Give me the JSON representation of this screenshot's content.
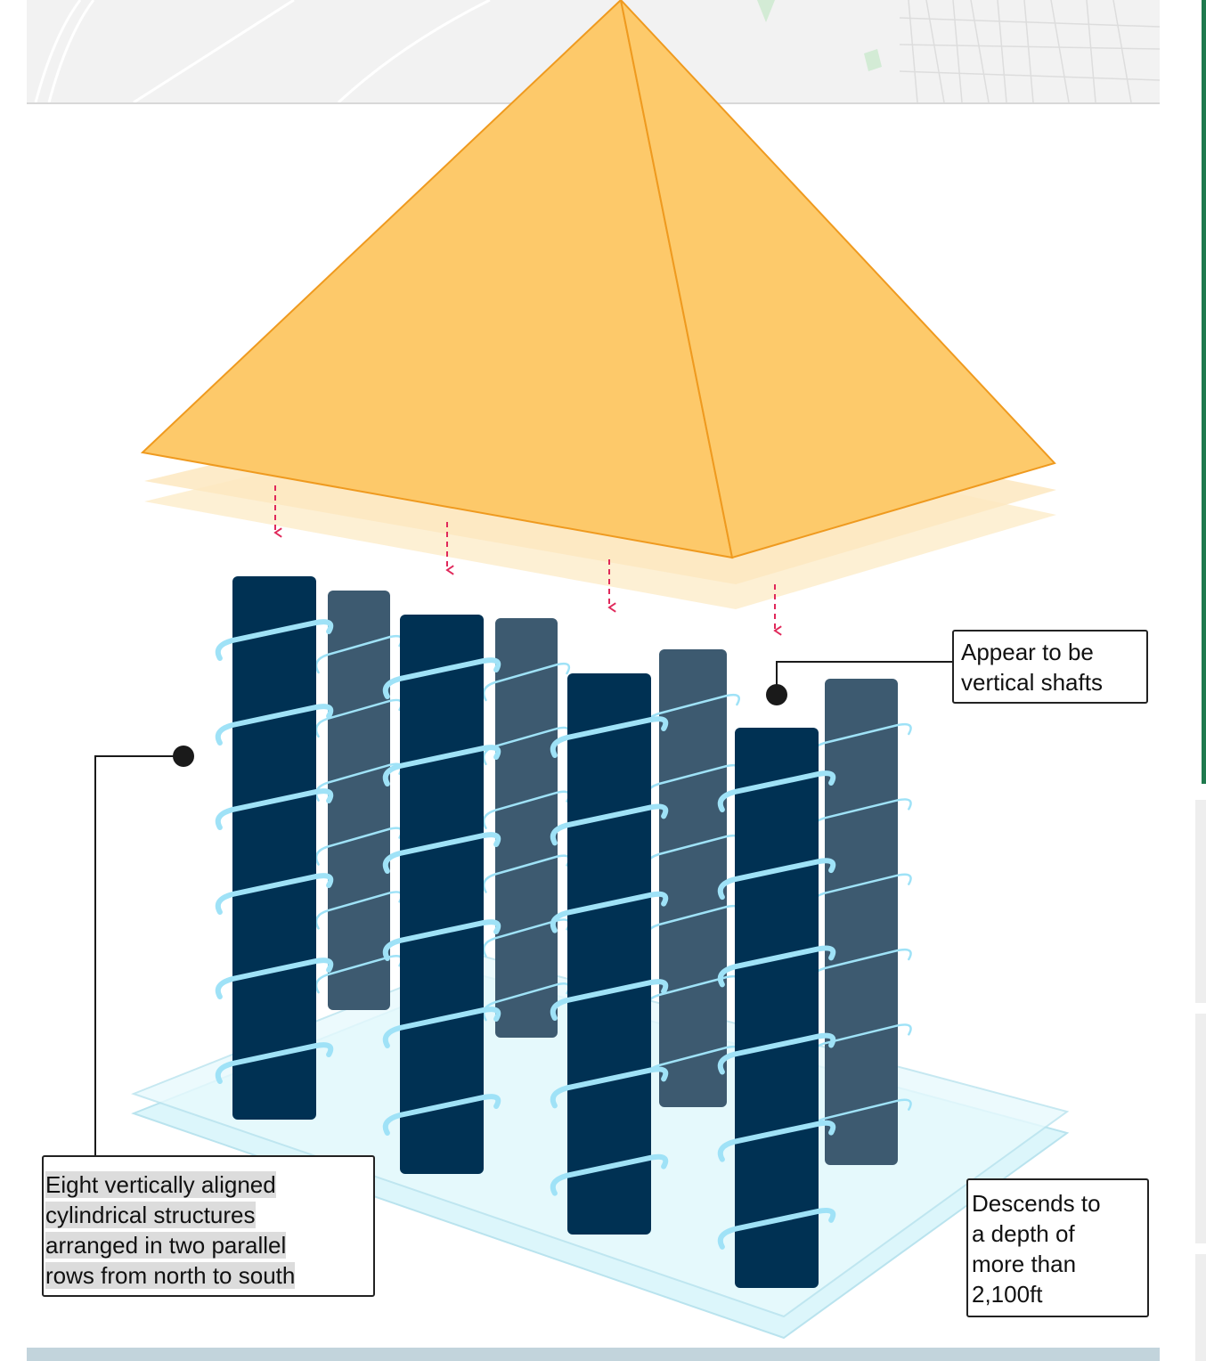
{
  "callouts": {
    "shafts": {
      "lines": [
        "Appear to be",
        "vertical shafts"
      ]
    },
    "cylinders": {
      "lines": [
        "Eight vertically aligned",
        "cylindrical structures",
        "arranged in two parallel",
        "rows from north to south"
      ]
    },
    "depth": {
      "lines": [
        "Descends to",
        "a depth of",
        "more than",
        "2,100ft"
      ]
    }
  },
  "colors": {
    "pyramid_face_left": "#fdc96a",
    "pyramid_face_right": "#fdc96a",
    "pyramid_edge": "#ef9a1f",
    "pyramid_shadow_layer": "#fde7c0",
    "front_cylinder": "#003153",
    "back_cylinder": "#3d5a70",
    "spiral": "#9fe2f7",
    "base_plane": "#dcf6fb",
    "base_plane_edge": "#b9e3ee",
    "arrow": "#e0285a",
    "leader_line": "#1a1a1a"
  },
  "icons": {
    "arrow": "dashed-down-arrow-icon",
    "marker": "callout-dot-icon"
  }
}
